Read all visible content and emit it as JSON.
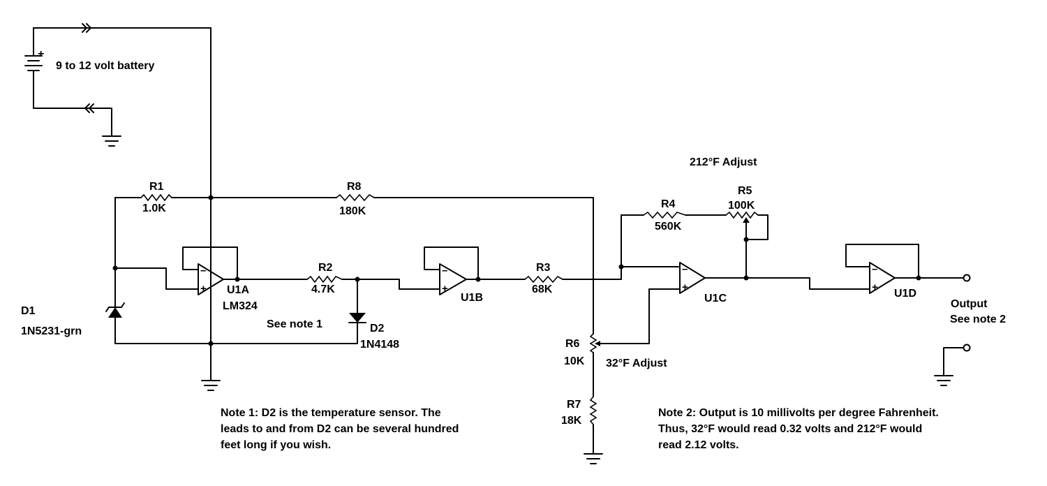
{
  "battery": {
    "label": "9 to 12 volt battery",
    "plus": "+"
  },
  "resistors": {
    "r1": {
      "ref": "R1",
      "value": "1.0K"
    },
    "r8": {
      "ref": "R8",
      "value": "180K"
    },
    "r2": {
      "ref": "R2",
      "value": "4.7K"
    },
    "r3": {
      "ref": "R3",
      "value": "68K"
    },
    "r4": {
      "ref": "R4",
      "value": "560K"
    },
    "r5": {
      "ref": "R5",
      "value": "100K"
    },
    "r6": {
      "ref": "R6",
      "value": "10K"
    },
    "r7": {
      "ref": "R7",
      "value": "18K"
    }
  },
  "adjust": {
    "r5": "212°F Adjust",
    "r6": "32°F Adjust"
  },
  "diodes": {
    "d1": {
      "ref": "D1",
      "part": "1N5231-grn"
    },
    "d2": {
      "ref": "D2",
      "part": "1N4148",
      "see": "See note 1"
    }
  },
  "opamps": {
    "u1a": {
      "ref": "U1A",
      "part": "LM324"
    },
    "u1b": {
      "ref": "U1B"
    },
    "u1c": {
      "ref": "U1C"
    },
    "u1d": {
      "ref": "U1D"
    },
    "minus": "–",
    "plus": "+"
  },
  "output": {
    "label": "Output",
    "see": "See note 2"
  },
  "notes": {
    "note1": [
      "Note 1:  D2 is the temperature sensor.  The",
      "leads to and from D2 can be several hundred",
      "feet long if you wish."
    ],
    "note2": [
      "Note 2:  Output is 10 millivolts per degree Fahrenheit.",
      "Thus, 32°F would read 0.32 volts and 212°F would",
      "read 2.12 volts."
    ]
  }
}
